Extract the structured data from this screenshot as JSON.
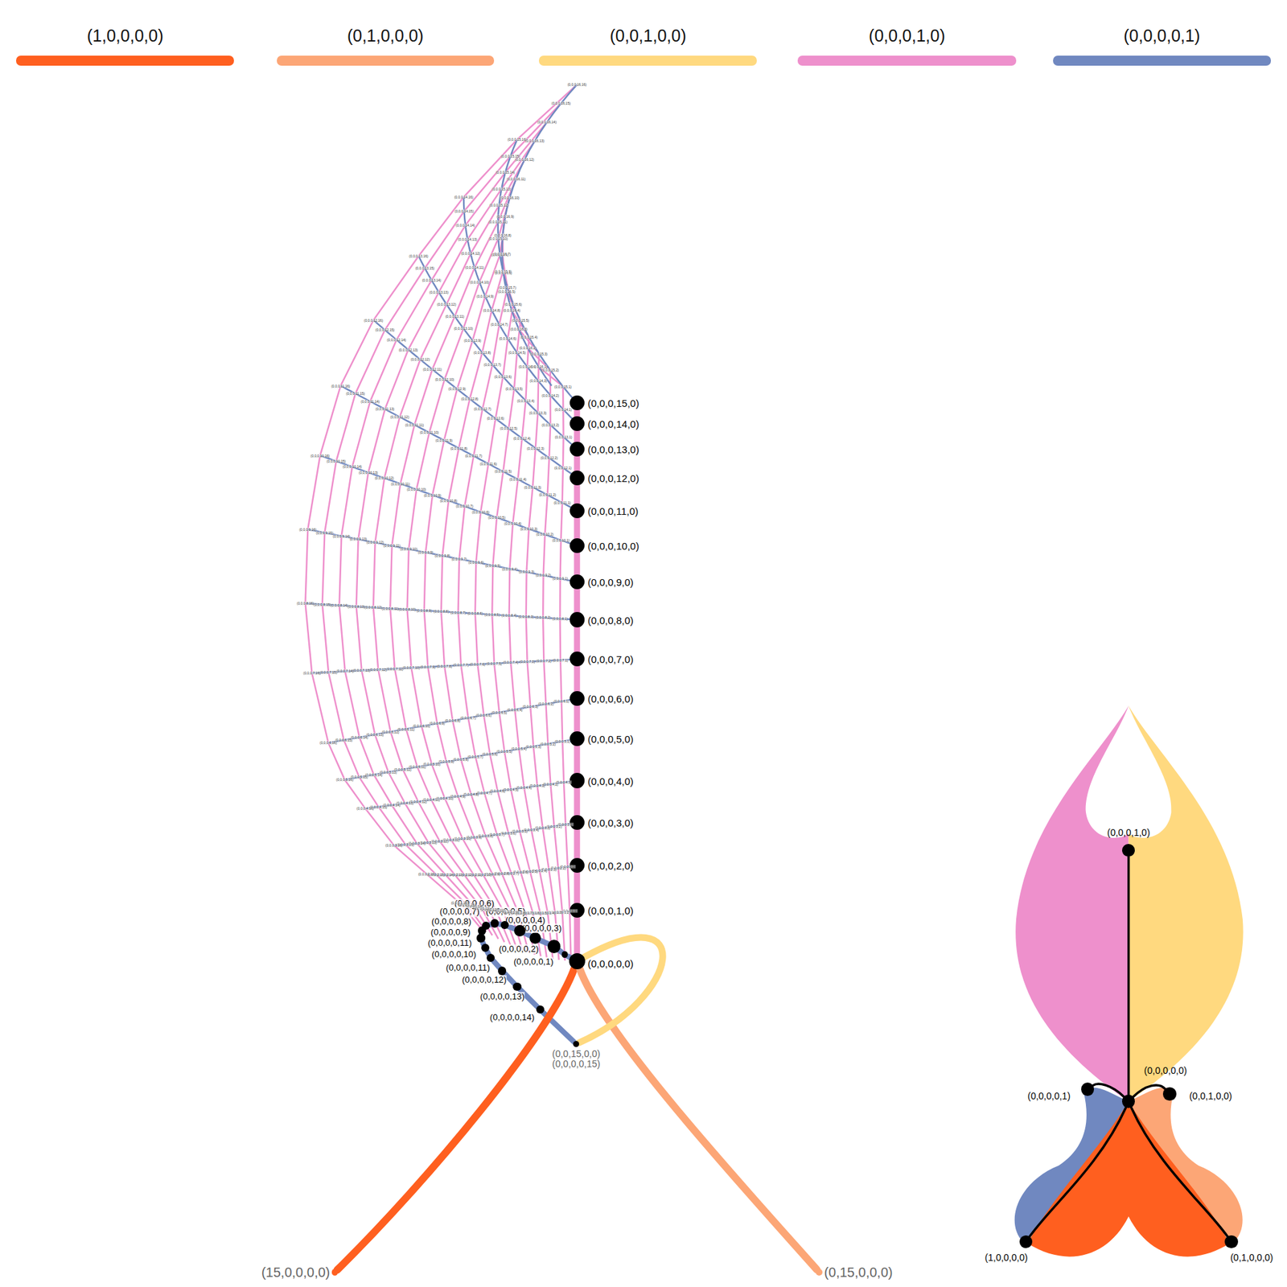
{
  "diagram": {
    "nodes": [
      {
        "text": [
          "(0,0,0,0,0)"
        ]
      },
      {
        "text": [
          "(0,0,0,1,0)"
        ]
      },
      {
        "text": [
          "(0,0,0,2,0)"
        ]
      },
      {
        "text": [
          "(0,0,0,3,0)"
        ]
      },
      {
        "text": [
          "(0,0,0,4,0)"
        ]
      },
      {
        "text": [
          "(0,0,0,5,0)"
        ]
      },
      {
        "text": [
          "(0,0,0,6,0)"
        ]
      },
      {
        "text": [
          "(0,0,0,7,0)"
        ]
      },
      {
        "text": [
          "(0,0,0,8,0)"
        ]
      },
      {
        "text": [
          "(0,0,0,9,0)"
        ]
      },
      {
        "text": [
          "(0,0,0,10,0)"
        ]
      },
      {
        "text": [
          "(0,0,0,11,0)"
        ]
      },
      {
        "text": [
          "(0,0,0,12,0)"
        ]
      },
      {
        "text": [
          "(0,0,0,13,0)"
        ]
      },
      {
        "text": [
          "(0,0,0,14,0)"
        ]
      },
      {
        "text": [
          "(0,0,0,15,0)"
        ]
      },
      {
        "text": [
          "(0,0,0,0,1)"
        ]
      },
      {
        "text": [
          "(0,0,0,0,2)"
        ]
      },
      {
        "text": [
          "(0,0,0,0,3)"
        ]
      },
      {
        "text": [
          "(0,0,0,0,4)"
        ]
      },
      {
        "text": [
          "(0,0,0,0,5)"
        ]
      },
      {
        "text": [
          "(0,0,0,0,6)"
        ]
      },
      {
        "text": [
          "(0,0,0,0,7)"
        ]
      },
      {
        "text": [
          "(0,0,0,0,8)"
        ]
      },
      {
        "text": [
          "(0,0,0,0,9)"
        ]
      },
      {
        "text": [
          "(0,0,0,0,10)"
        ]
      },
      {
        "text": [
          "(0,0,0,0,11)"
        ]
      },
      {
        "text": [
          "(0,0,0,0,12)"
        ]
      },
      {
        "text": [
          "(0,0,0,0,13)"
        ]
      },
      {
        "text": [
          "(0,0,0,0,14)"
        ]
      },
      {
        "text": [
          "(0,0,15,0,0)",
          "(0,0,0,0,15)"
        ]
      },
      {
        "text": [
          "(15,0,0,0,0)"
        ]
      },
      {
        "text": [
          "(0,15,0,0,0)"
        ]
      },
      {
        "text": [
          "(0,0,0,1,0)"
        ]
      },
      {
        "text": [
          "(0,0,0,0,0)"
        ]
      },
      {
        "text": [
          "(0,0,0,0,1)"
        ]
      },
      {
        "text": [
          "(0,0,1,0,0)"
        ]
      },
      {
        "text": [
          "(1,0,0,0,0)"
        ]
      },
      {
        "text": [
          "(0,1,0,0,0)"
        ]
      }
    ],
    "edges": [
      {
        "from": 0,
        "to": 1,
        "arrow": "none"
      },
      {
        "from": 1,
        "to": 2,
        "arrow": "none"
      },
      {
        "from": 2,
        "to": 3,
        "arrow": "none"
      },
      {
        "from": 3,
        "to": 4,
        "arrow": "none"
      },
      {
        "from": 4,
        "to": 5,
        "arrow": "none"
      },
      {
        "from": 5,
        "to": 6,
        "arrow": "none"
      },
      {
        "from": 6,
        "to": 7,
        "arrow": "none"
      },
      {
        "from": 7,
        "to": 8,
        "arrow": "none"
      },
      {
        "from": 8,
        "to": 9,
        "arrow": "none"
      },
      {
        "from": 9,
        "to": 10,
        "arrow": "none"
      },
      {
        "from": 10,
        "to": 11,
        "arrow": "none"
      },
      {
        "from": 11,
        "to": 12,
        "arrow": "none"
      },
      {
        "from": 12,
        "to": 13,
        "arrow": "none"
      },
      {
        "from": 13,
        "to": 14,
        "arrow": "none"
      },
      {
        "from": 14,
        "to": 15,
        "arrow": "none"
      },
      {
        "from": 0,
        "to": 16,
        "arrow": "none"
      },
      {
        "from": 16,
        "to": 17,
        "arrow": "none"
      },
      {
        "from": 17,
        "to": 18,
        "arrow": "none"
      },
      {
        "from": 18,
        "to": 19,
        "arrow": "none"
      },
      {
        "from": 19,
        "to": 20,
        "arrow": "none"
      },
      {
        "from": 20,
        "to": 21,
        "arrow": "none"
      },
      {
        "from": 21,
        "to": 22,
        "arrow": "none"
      },
      {
        "from": 22,
        "to": 23,
        "arrow": "none"
      },
      {
        "from": 23,
        "to": 24,
        "arrow": "none"
      },
      {
        "from": 24,
        "to": 25,
        "arrow": "none"
      },
      {
        "from": 25,
        "to": 26,
        "arrow": "none"
      },
      {
        "from": 26,
        "to": 27,
        "arrow": "none"
      },
      {
        "from": 27,
        "to": 28,
        "arrow": "none"
      },
      {
        "from": 28,
        "to": 29,
        "arrow": "none"
      },
      {
        "from": 29,
        "to": 30,
        "arrow": "none"
      },
      {
        "from": 0,
        "to": 31,
        "arrow": "none"
      },
      {
        "from": 0,
        "to": 32,
        "arrow": "none"
      },
      {
        "from": 0,
        "to": 30,
        "arrow": "none"
      },
      {
        "from": 34,
        "to": 33,
        "arrow": "none"
      },
      {
        "from": 34,
        "to": 35,
        "arrow": "none"
      },
      {
        "from": 34,
        "to": 36,
        "arrow": "none"
      },
      {
        "from": 34,
        "to": 37,
        "arrow": "none"
      },
      {
        "from": 34,
        "to": 38,
        "arrow": "none"
      }
    ],
    "labels": [
      "(0,0,0,1,1)",
      "(0,0,0,1,2)",
      "(0,0,0,1,3)",
      "(0,0,0,1,4)",
      "(0,0,0,1,5)",
      "(0,0,0,1,6)",
      "(0,0,0,1,7)",
      "(0,0,0,1,8)",
      "(0,0,0,1,9)",
      "(0,0,0,1,10)",
      "(0,0,0,1,11)",
      "(0,0,0,1,12)",
      "(0,0,0,1,13)",
      "(0,0,0,1,14)",
      "(0,0,0,1,15)",
      "(0,0,0,1,16)",
      "(0,0,0,2,1)",
      "(0,0,0,2,2)",
      "(0,0,0,2,3)",
      "(0,0,0,2,4)",
      "(0,0,0,2,5)",
      "(0,0,0,2,6)",
      "(0,0,0,2,7)",
      "(0,0,0,2,8)",
      "(0,0,0,2,9)",
      "(0,0,0,2,10)",
      "(0,0,0,2,11)",
      "(0,0,0,2,12)",
      "(0,0,0,2,13)",
      "(0,0,0,2,14)",
      "(0,0,0,2,15)",
      "(0,0,0,2,16)",
      "(0,0,0,3,1)",
      "(0,0,0,3,2)",
      "(0,0,0,3,3)",
      "(0,0,0,3,4)",
      "(0,0,0,3,5)",
      "(0,0,0,3,6)",
      "(0,0,0,3,7)",
      "(0,0,0,3,8)",
      "(0,0,0,3,9)",
      "(0,0,0,3,10)",
      "(0,0,0,3,11)",
      "(0,0,0,3,12)",
      "(0,0,0,3,13)",
      "(0,0,0,3,14)",
      "(0,0,0,3,15)",
      "(0,0,0,3,16)",
      "(0,0,0,4,1)",
      "(0,0,0,4,2)",
      "(0,0,0,4,3)",
      "(0,0,0,4,4)",
      "(0,0,0,4,5)",
      "(0,0,0,4,6)",
      "(0,0,0,4,7)",
      "(0,0,0,4,8)",
      "(0,0,0,4,9)",
      "(0,0,0,4,10)",
      "(0,0,0,4,11)",
      "(0,0,0,4,12)",
      "(0,0,0,4,13)",
      "(0,0,0,4,14)",
      "(0,0,0,4,15)",
      "(0,0,0,4,16)",
      "(0,0,0,5,1)",
      "(0,0,0,5,2)",
      "(0,0,0,5,3)",
      "(0,0,0,5,4)",
      "(0,0,0,5,5)",
      "(0,0,0,5,6)",
      "(0,0,0,5,7)",
      "(0,0,0,5,8)",
      "(0,0,0,5,9)",
      "(0,0,0,5,10)",
      "(0,0,0,5,11)",
      "(0,0,0,5,12)",
      "(0,0,0,5,13)",
      "(0,0,0,5,14)",
      "(0,0,0,5,15)",
      "(0,0,0,5,16)",
      "(0,0,0,6,1)",
      "(0,0,0,6,2)",
      "(0,0,0,6,3)",
      "(0,0,0,6,4)",
      "(0,0,0,6,5)",
      "(0,0,0,6,6)",
      "(0,0,0,6,7)",
      "(0,0,0,6,8)",
      "(0,0,0,6,9)",
      "(0,0,0,6,10)",
      "(0,0,0,6,11)",
      "(0,0,0,6,12)",
      "(0,0,0,6,13)",
      "(0,0,0,6,14)",
      "(0,0,0,6,15)",
      "(0,0,0,6,16)",
      "(0,0,0,7,1)",
      "(0,0,0,7,2)",
      "(0,0,0,7,3)",
      "(0,0,0,7,4)",
      "(0,0,0,7,5)",
      "(0,0,0,7,6)",
      "(0,0,0,7,7)",
      "(0,0,0,7,8)",
      "(0,0,0,7,9)",
      "(0,0,0,7,10)",
      "(0,0,0,7,11)",
      "(0,0,0,7,12)",
      "(0,0,0,7,13)",
      "(0,0,0,7,14)",
      "(0,0,0,7,15)",
      "(0,0,0,7,16)",
      "(0,0,0,8,1)",
      "(0,0,0,8,2)",
      "(0,0,0,8,3)",
      "(0,0,0,8,4)",
      "(0,0,0,8,5)",
      "(0,0,0,8,6)",
      "(0,0,0,8,7)",
      "(0,0,0,8,8)",
      "(0,0,0,8,9)",
      "(0,0,0,8,10)",
      "(0,0,0,8,11)",
      "(0,0,0,8,12)",
      "(0,0,0,8,13)",
      "(0,0,0,8,14)",
      "(0,0,0,8,15)",
      "(0,0,0,8,16)",
      "(0,0,0,9,1)",
      "(0,0,0,9,2)",
      "(0,0,0,9,3)",
      "(0,0,0,9,4)",
      "(0,0,0,9,5)",
      "(0,0,0,9,6)",
      "(0,0,0,9,7)",
      "(0,0,0,9,8)",
      "(0,0,0,9,9)",
      "(0,0,0,9,10)",
      "(0,0,0,9,11)",
      "(0,0,0,9,12)",
      "(0,0,0,9,13)",
      "(0,0,0,9,14)",
      "(0,0,0,9,15)",
      "(0,0,0,9,16)",
      "(0,0,0,10,1)",
      "(0,0,0,10,2)",
      "(0,0,0,10,3)",
      "(0,0,0,10,4)",
      "(0,0,0,10,5)",
      "(0,0,0,10,6)",
      "(0,0,0,10,7)",
      "(0,0,0,10,8)",
      "(0,0,0,10,9)",
      "(0,0,0,10,10)",
      "(0,0,0,10,11)",
      "(0,0,0,10,12)",
      "(0,0,0,10,13)",
      "(0,0,0,10,14)",
      "(0,0,0,10,15)",
      "(0,0,0,10,16)",
      "(0,0,0,11,1)",
      "(0,0,0,11,2)",
      "(0,0,0,11,3)",
      "(0,0,0,11,4)",
      "(0,0,0,11,5)",
      "(0,0,0,11,6)",
      "(0,0,0,11,7)",
      "(0,0,0,11,8)",
      "(0,0,0,11,9)",
      "(0,0,0,11,10)",
      "(0,0,0,11,11)",
      "(0,0,0,11,12)",
      "(0,0,0,11,13)",
      "(0,0,0,11,14)",
      "(0,0,0,11,15)",
      "(0,0,0,11,16)",
      "(0,0,0,12,1)",
      "(0,0,0,12,2)",
      "(0,0,0,12,3)",
      "(0,0,0,12,4)",
      "(0,0,0,12,5)",
      "(0,0,0,12,6)",
      "(0,0,0,12,7)",
      "(0,0,0,12,8)",
      "(0,0,0,12,9)",
      "(0,0,0,12,10)",
      "(0,0,0,12,11)",
      "(0,0,0,12,12)",
      "(0,0,0,12,13)",
      "(0,0,0,12,14)",
      "(0,0,0,12,15)",
      "(0,0,0,12,16)",
      "(0,0,0,13,1)",
      "(0,0,0,13,2)",
      "(0,0,0,13,3)",
      "(0,0,0,13,4)",
      "(0,0,0,13,5)",
      "(0,0,0,13,6)",
      "(0,0,0,13,7)",
      "(0,0,0,13,8)",
      "(0,0,0,13,9)",
      "(0,0,0,13,10)",
      "(0,0,0,13,11)",
      "(0,0,0,13,12)",
      "(0,0,0,13,13)",
      "(0,0,0,13,14)",
      "(0,0,0,13,15)",
      "(0,0,0,13,16)",
      "(0,0,0,14,1)",
      "(0,0,0,14,2)",
      "(0,0,0,14,3)",
      "(0,0,0,14,4)",
      "(0,0,0,14,5)",
      "(0,0,0,14,6)",
      "(0,0,0,14,7)",
      "(0,0,0,14,8)",
      "(0,0,0,14,9)",
      "(0,0,0,14,10)",
      "(0,0,0,14,11)",
      "(0,0,0,14,12)",
      "(0,0,0,14,13)",
      "(0,0,0,14,14)",
      "(0,0,0,14,15)",
      "(0,0,0,14,16)",
      "(0,0,0,15,1)",
      "(0,0,0,15,2)",
      "(0,0,0,15,3)",
      "(0,0,0,15,4)",
      "(0,0,0,15,5)",
      "(0,0,0,15,6)",
      "(0,0,0,15,7)",
      "(0,0,0,15,8)",
      "(0,0,0,15,9)",
      "(0,0,0,15,10)",
      "(0,0,0,15,11)",
      "(0,0,0,15,12)",
      "(0,0,0,15,13)",
      "(0,0,0,15,14)",
      "(0,0,0,15,15)",
      "(0,0,0,15,16)",
      "(0,0,0,16,1)",
      "(0,0,0,16,2)",
      "(0,0,0,16,3)",
      "(0,0,0,16,4)",
      "(0,0,0,16,5)",
      "(0,0,0,16,6)",
      "(0,0,0,16,7)",
      "(0,0,0,16,8)",
      "(0,0,0,16,9)",
      "(0,0,0,16,10)",
      "(0,0,0,16,11)",
      "(0,0,0,16,12)",
      "(0,0,0,16,13)",
      "(0,0,0,16,14)",
      "(0,0,0,16,15)",
      "(0,0,0,16,16)",
      "(0,0,0,0,11)"
    ],
    "legend": [
      {
        "text": "(1,0,0,0,0)",
        "color": "#FF5F1F"
      },
      {
        "text": "(0,1,0,0,0)",
        "color": "#FCA676"
      },
      {
        "text": "(0,0,1,0,0)",
        "color": "#FFD97F"
      },
      {
        "text": "(0,0,0,1,0)",
        "color": "#EE90CC"
      },
      {
        "text": "(0,0,0,0,1)",
        "color": "#7088C0"
      }
    ]
  }
}
